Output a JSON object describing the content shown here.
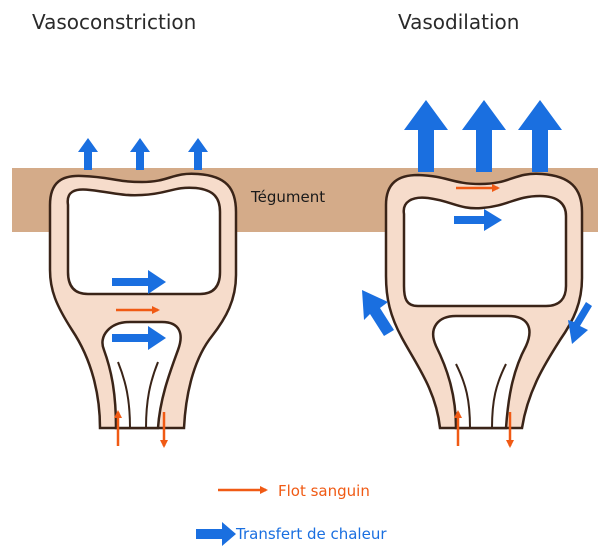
{
  "titles": {
    "left": "Vasoconstriction",
    "right": "Vasodilation"
  },
  "skin_label": "Tégument",
  "legend": {
    "blood_flow": "Flot sanguin",
    "heat_transfer": "Transfert de chaleur"
  },
  "colors": {
    "skin_band": "#cfa27c",
    "vessel_fill": "#f6dccb",
    "vessel_stroke": "#3a2418",
    "heat_arrow": "#1a6fe0",
    "flow_arrow": "#f05a14",
    "legend_flow_text": "#f05a14",
    "legend_heat_text": "#1a6fe0"
  }
}
